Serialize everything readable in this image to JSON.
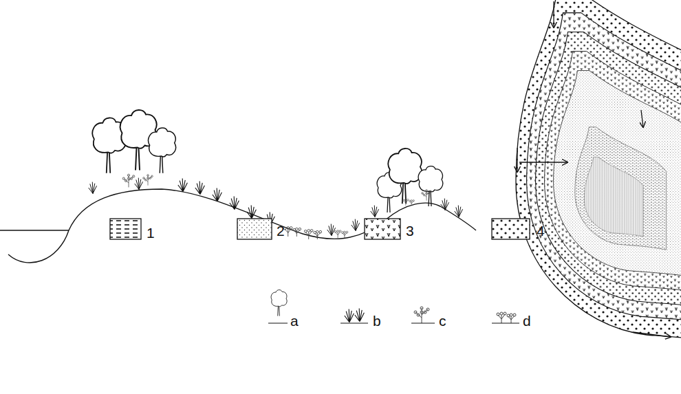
{
  "diagram": {
    "legend": [
      {
        "text": "1"
      },
      {
        "text": "2"
      },
      {
        "text": "3"
      },
      {
        "text": "4"
      },
      {
        "text": "a"
      },
      {
        "text": "b"
      },
      {
        "text": "c"
      },
      {
        "text": "d"
      }
    ]
  }
}
